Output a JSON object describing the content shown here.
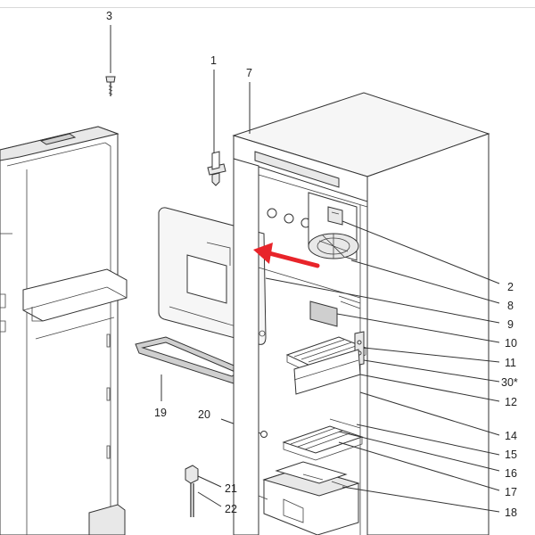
{
  "labels": {
    "l1": "1",
    "l2": "2",
    "l3": "3",
    "l7": "7",
    "l8": "8",
    "l9": "9",
    "l10": "10",
    "l11": "11",
    "l30": "30*",
    "l12": "12",
    "l14": "14",
    "l15": "15",
    "l16": "16",
    "l17": "17",
    "l18": "18",
    "l19": "19",
    "l20": "20",
    "l21": "21",
    "l22": "22"
  },
  "colors": {
    "arrow": "#e8242a",
    "line": "#333333",
    "background": "#ffffff"
  },
  "icons": {
    "highlight": "red-arrow-icon"
  }
}
